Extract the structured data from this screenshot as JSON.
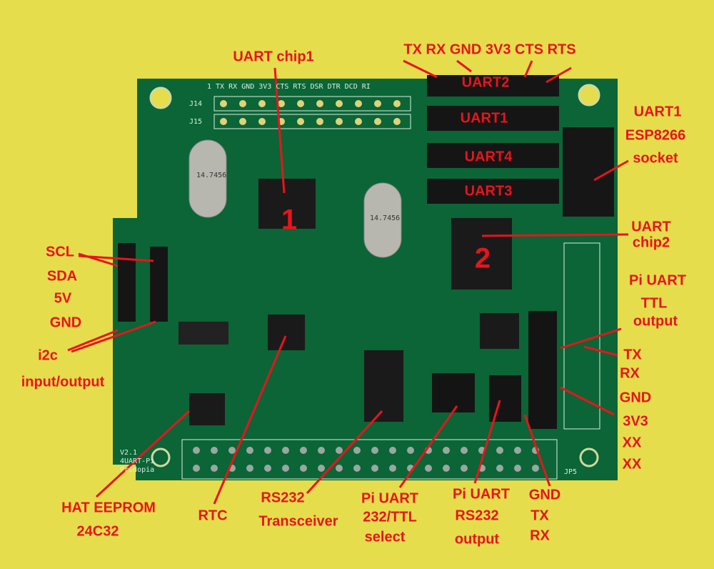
{
  "board": {
    "silkscreen_header_row": "1  TX RX GND 3V3 CTS RTS DSR DTR DCD RI",
    "j14": "J14",
    "j15": "J15",
    "version": "V2.1",
    "name": "4UART-Pi",
    "brand": "Pridopia",
    "crystal": "14.7456",
    "jp5": "JP5",
    "colors": {
      "board": "#0b6536",
      "background": "#e6dd4c",
      "label": "#e8141c"
    }
  },
  "labels": {
    "uart_chip1": "UART chip1",
    "uart_pins": "TX RX GND 3V3 CTS RTS",
    "uart2": "UART2",
    "uart1": "UART1",
    "uart4": "UART4",
    "uart3": "UART3",
    "esp_1": "UART1",
    "esp_2": "ESP8266",
    "esp_3": "socket",
    "chip1_num": "1",
    "chip2_num": "2",
    "chip2_1": "UART",
    "chip2_2": "chip2",
    "ttl_1": "Pi UART",
    "ttl_2": "TTL",
    "ttl_3": "output",
    "pin_tx": "TX",
    "pin_rx": "RX",
    "pin_gnd": "GND",
    "pin_3v3": "3V3",
    "pin_xx1": "XX",
    "pin_xx2": "XX",
    "scl": "SCL",
    "sda": "SDA",
    "v5": "5V",
    "gnd_left": "GND",
    "i2c_1": "i2c",
    "i2c_2": "input/output",
    "eeprom_1": "HAT EEPROM",
    "eeprom_2": "24C32",
    "rtc": "RTC",
    "rs232_1": "RS232",
    "rs232_2": "Transceiver",
    "sel_1": "Pi UART",
    "sel_2": "232/TTL",
    "sel_3": "select",
    "out_1": "Pi UART",
    "out_2": "RS232",
    "out_3": "output",
    "bot_gnd": "GND",
    "bot_tx": "TX",
    "bot_rx": "RX"
  }
}
